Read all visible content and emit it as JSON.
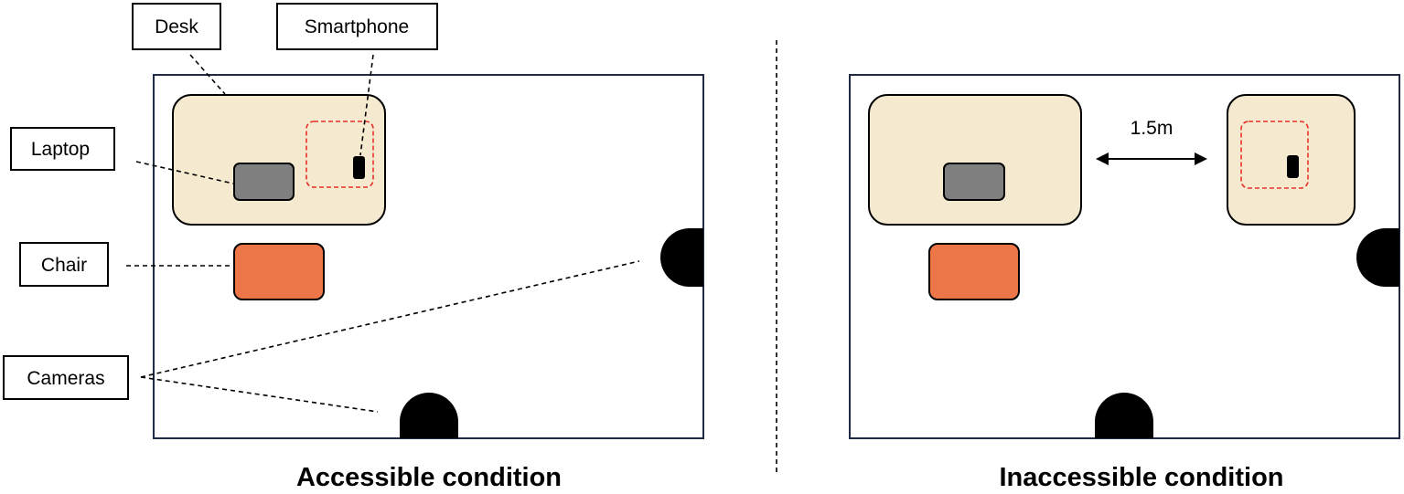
{
  "left_panel": {
    "caption": "Accessible condition",
    "labels": {
      "desk": "Desk",
      "smartphone": "Smartphone",
      "laptop": "Laptop",
      "chair": "Chair",
      "cameras": "Cameras"
    }
  },
  "right_panel": {
    "caption": "Inaccessible condition",
    "distance": "1.5m"
  },
  "colors": {
    "room_border": "#1f2a44",
    "desk_fill": "#f5e9cf",
    "laptop_fill": "#7f7f7f",
    "chair_fill": "#ed7649",
    "phone_fill": "#000000",
    "camera_fill": "#000000",
    "highlight_box": "#e8302a",
    "leader_line": "#000000"
  }
}
